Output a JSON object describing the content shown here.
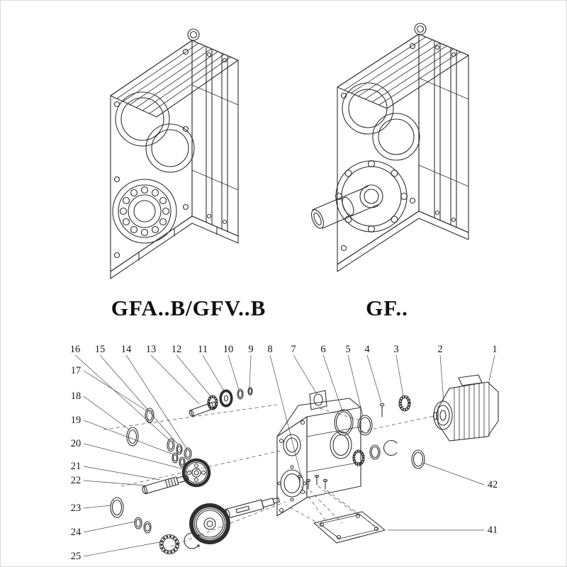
{
  "figures": {
    "left_label": "GFA..B/GFV..B",
    "right_label": "GF.."
  },
  "exploded": {
    "callouts_top": [
      "16",
      "15",
      "14",
      "13",
      "12",
      "11",
      "10",
      "9",
      "8",
      "7",
      "6",
      "5",
      "4",
      "3",
      "2",
      "1"
    ],
    "callouts_left": [
      "17",
      "18",
      "19",
      "20",
      "21",
      "22",
      "23",
      "24",
      "25"
    ],
    "callouts_right": [
      "42",
      "41"
    ]
  },
  "colors": {
    "line": "#2f2f2f",
    "background": "#ffffff",
    "border": "#d9d9d9"
  }
}
